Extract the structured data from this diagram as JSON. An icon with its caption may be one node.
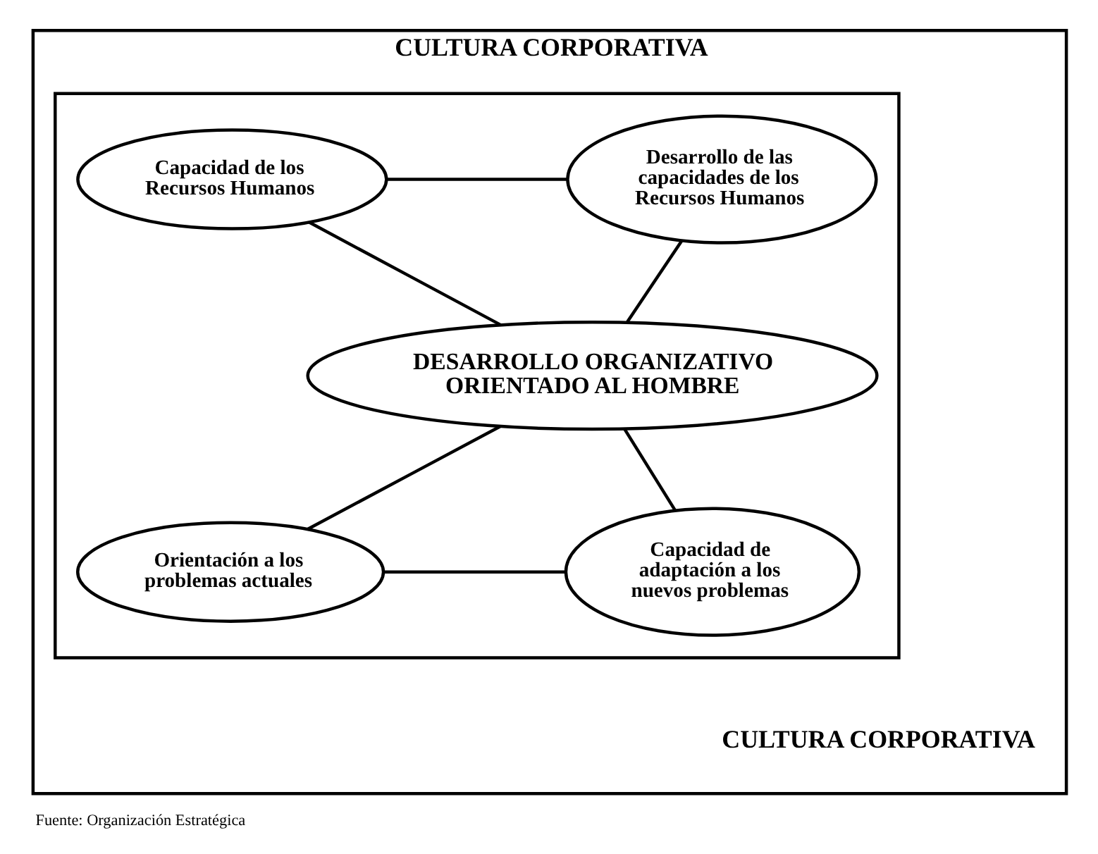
{
  "diagram": {
    "caption": "Fuente: Organización Estratégica",
    "nodes": [
      {
        "text": [
          "CULTURA CORPORATIVA",
          "CULTURA CORPORATIVA"
        ]
      },
      {
        "text": [],
        "shape": "box",
        "in": 0
      },
      {
        "text": [
          "Capacidad de los Recursos Humanos"
        ],
        "in": 1
      },
      {
        "text": [
          "Desarrollo de las capacidades de los Recursos Humanos"
        ],
        "in": 1
      },
      {
        "text": [
          "DESARROLLO ORGANIZATIVO ORIENTADO AL HOMBRE"
        ],
        "in": 1
      },
      {
        "text": [
          "Orientación a los problemas actuales"
        ],
        "in": 1
      },
      {
        "text": [
          "Capacidad de adaptación a los nuevos problemas"
        ],
        "in": 1
      }
    ],
    "edges": [
      {
        "from": 2,
        "to": 3,
        "arrow": "none"
      },
      {
        "from": 2,
        "to": 4,
        "arrow": "none"
      },
      {
        "from": 3,
        "to": 4,
        "arrow": "none"
      },
      {
        "from": 4,
        "to": 5,
        "arrow": "none"
      },
      {
        "from": 4,
        "to": 6,
        "arrow": "none"
      },
      {
        "from": 5,
        "to": 6,
        "arrow": "none"
      }
    ]
  }
}
